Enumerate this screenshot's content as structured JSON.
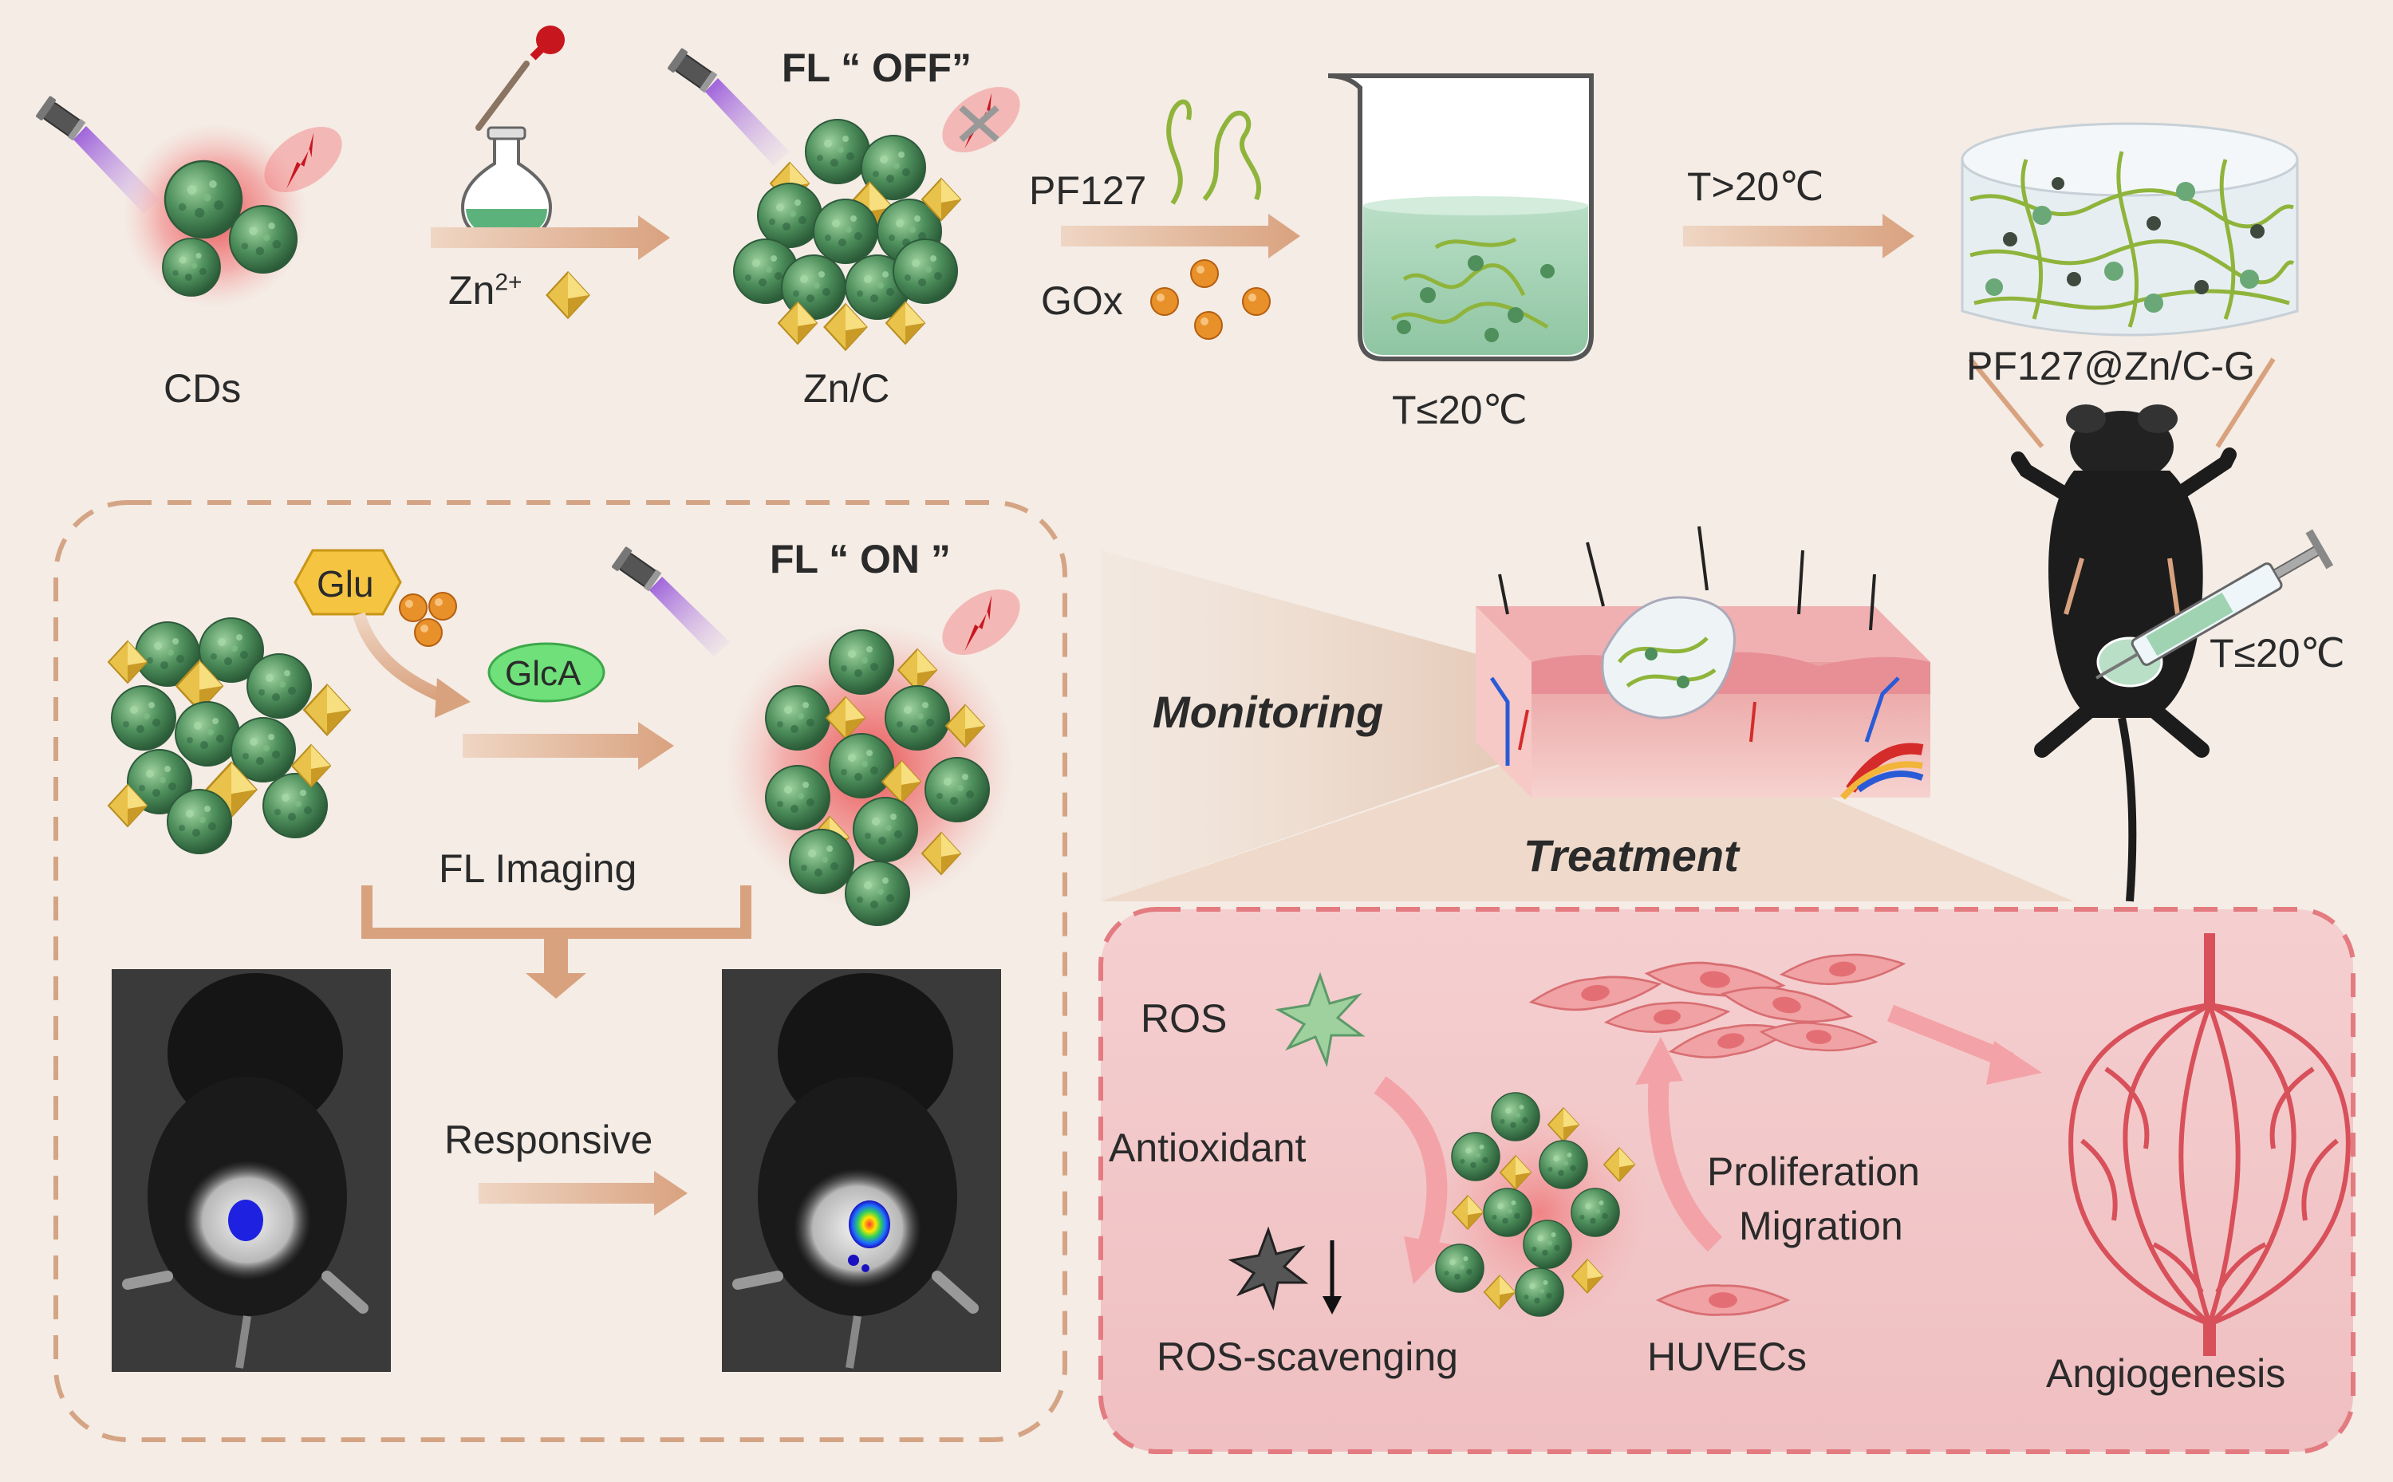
{
  "labels": {
    "cds": "CDs",
    "zn_ion_base": "Zn",
    "zn_ion_sup": "2+",
    "zn_c": "Zn/C",
    "fl_off": "FL “ OFF”",
    "pf127": "PF127",
    "gox": "GOx",
    "t_low_top": "T≤20℃",
    "t_high": "T>20℃",
    "hydrogel": "PF127@Zn/C-G",
    "glu": "Glu",
    "glca": "GlcA",
    "fl_on": "FL “ ON ”",
    "fl_imaging": "FL Imaging",
    "responsive": "Responsive",
    "monitoring": "Monitoring",
    "treatment": "Treatment",
    "t_low_inject": "T≤20℃",
    "ros": "ROS",
    "antioxidant": "Antioxidant",
    "ros_scavenging": "ROS-scavenging",
    "proliferation": "Proliferation",
    "migration": "Migration",
    "huvecs": "HUVECs",
    "angiogenesis": "Angiogenesis"
  },
  "colors": {
    "background": "#f4ece5",
    "arrow": "#d9a27f",
    "cd_green": "#4e8f5c",
    "zn_yellow": "#e8c24a",
    "red_glow": "#e5383b",
    "treatment_panel": "#f2c6c8",
    "dashed_border": "#d4a484",
    "vessel_red": "#d8505a"
  },
  "icons": [
    "uv-lamp-icon",
    "flask-dropper-icon",
    "beaker-icon",
    "mouse-icon",
    "syringe-icon",
    "skin-wound-icon",
    "vessel-network-icon",
    "cell-icon"
  ]
}
